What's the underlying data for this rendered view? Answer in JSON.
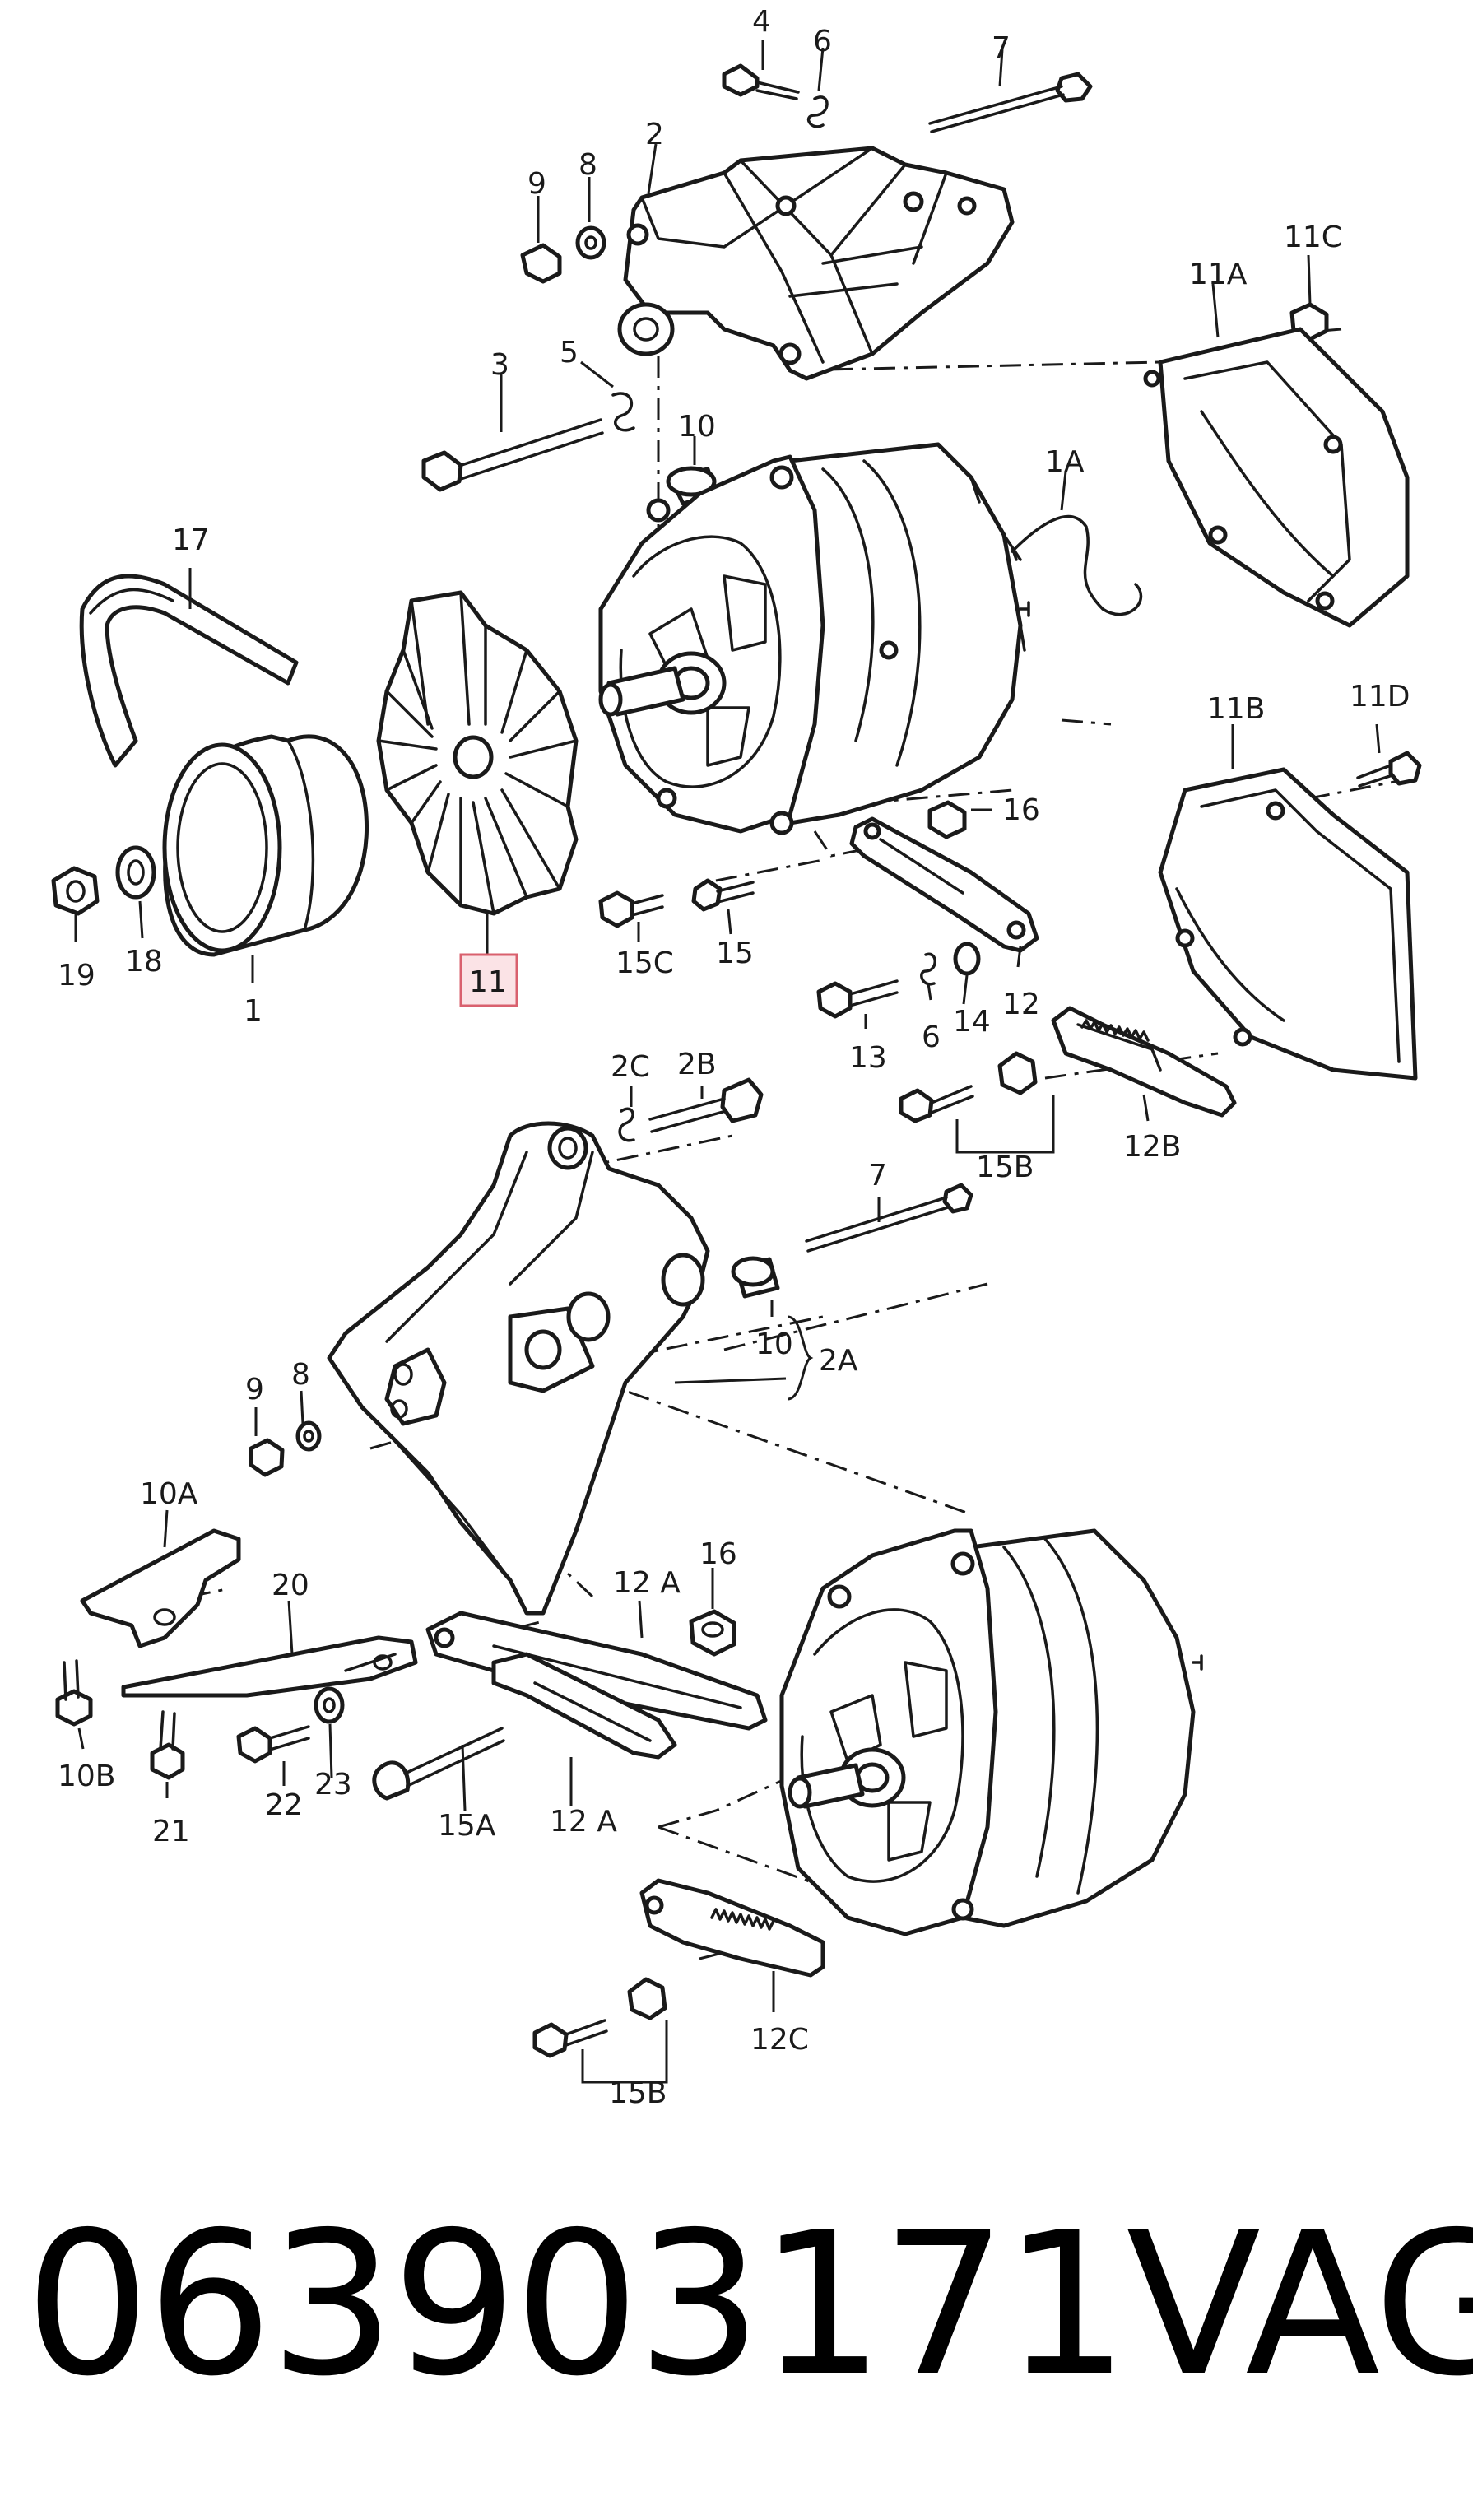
{
  "callouts": {
    "c1": "1",
    "c1A": "1A",
    "c2": "2",
    "c2A": "2A",
    "c2B": "2B",
    "c2C": "2C",
    "c3": "3",
    "c4": "4",
    "c5": "5",
    "c6a": "6",
    "c6b": "6",
    "c7a": "7",
    "c7b": "7",
    "c8a": "8",
    "c8b": "8",
    "c9a": "9",
    "c9b": "9",
    "c10a": "10",
    "c10b": "10",
    "c10A": "10A",
    "c10B": "10B",
    "c11": "11",
    "c11A": "11A",
    "c11B": "11B",
    "c11C": "11C",
    "c11D": "11D",
    "c12": "12",
    "c12A1": "12 A",
    "c12A2": "12 A",
    "c12B": "12B",
    "c12C": "12C",
    "c13": "13",
    "c14": "14",
    "c15": "15",
    "c15A": "15A",
    "c15B1": "15B",
    "c15B2": "15B",
    "c15C": "15C",
    "c16a": "16",
    "c16b": "16",
    "c17": "17",
    "c18": "18",
    "c19": "19",
    "c20": "20",
    "c21": "21",
    "c22": "22",
    "c23": "23"
  },
  "highlighted_part": "11",
  "highlight_color": "#d9606e",
  "footer": {
    "part_number": "063903171",
    "brand": "VAG"
  }
}
